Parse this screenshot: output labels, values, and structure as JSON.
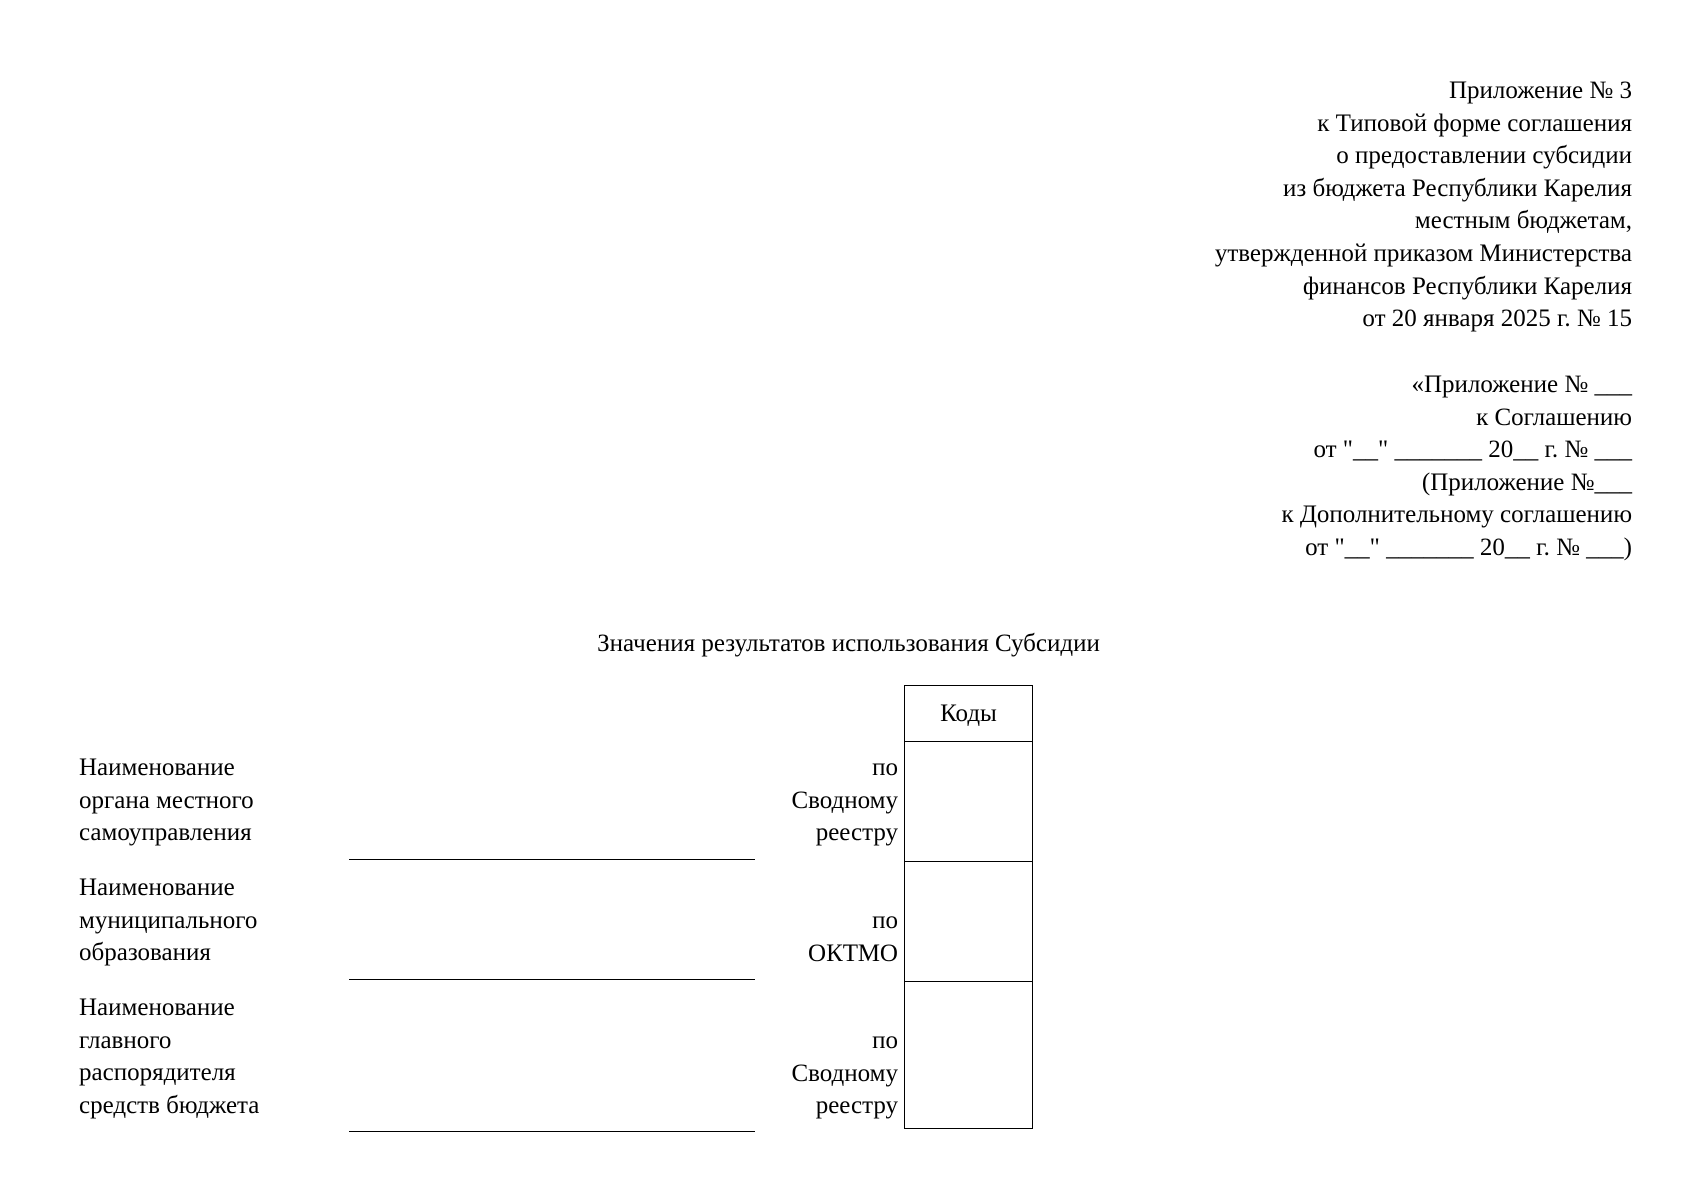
{
  "approval_block": {
    "lines": [
      "Приложение № 3",
      "к Типовой форме соглашения",
      "о предоставлении субсидии",
      "из бюджета Республики Карелия",
      "местным бюджетам,",
      "утвержденной приказом Министерства",
      "финансов Республики Карелия",
      "от 20 января 2025 г. № 15"
    ]
  },
  "annex_block": {
    "lines": [
      "«Приложение № ___",
      "к Соглашению",
      "от \"__\" _______ 20__ г. № ___",
      "(Приложение №___",
      "к Дополнительному соглашению",
      "от \"__\" _______ 20__ г. № ___)"
    ]
  },
  "title": "Значения результатов использования Субсидии",
  "codes_header": "Коды",
  "rows": [
    {
      "label": [
        "Наименование",
        "органа местного",
        "самоуправления"
      ],
      "code_label": [
        "по",
        "Сводному",
        "реестру"
      ]
    },
    {
      "label": [
        "Наименование",
        "муниципального",
        "образования"
      ],
      "code_label": [
        "по",
        "ОКТМО"
      ]
    },
    {
      "label": [
        "Наименование",
        "главного",
        "распорядителя",
        "средств бюджета"
      ],
      "code_label": [
        "по",
        "Сводному",
        "реестру"
      ]
    }
  ]
}
